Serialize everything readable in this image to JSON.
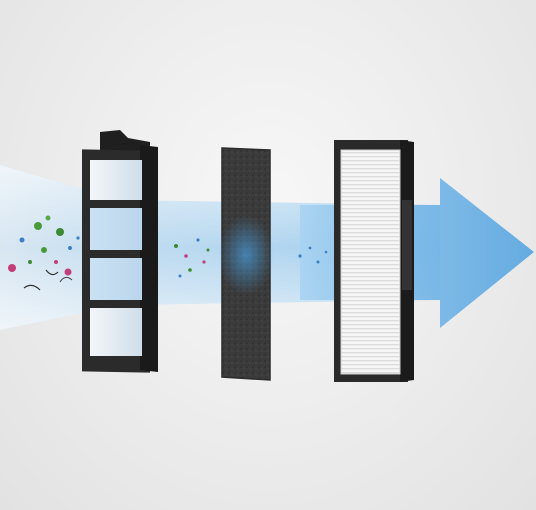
{
  "scene": {
    "subject": "three-stage-air-filter",
    "stages": [
      {
        "name": "pre-filter-mesh",
        "icon": "mesh-frame"
      },
      {
        "name": "activated-carbon-sponge",
        "icon": "carbon-foam"
      },
      {
        "name": "hepa-pleated-filter",
        "icon": "pleated-hepa"
      }
    ],
    "colors": {
      "background": "#ececec",
      "airflow": "#6fb4e6",
      "frame": "#2b2b2b",
      "carbon": "#3a3a3a",
      "hepa": "#f4f4f4",
      "particle_green": "#4a9a3a",
      "particle_pink": "#c0407a",
      "particle_blue": "#3c7fc6"
    }
  }
}
